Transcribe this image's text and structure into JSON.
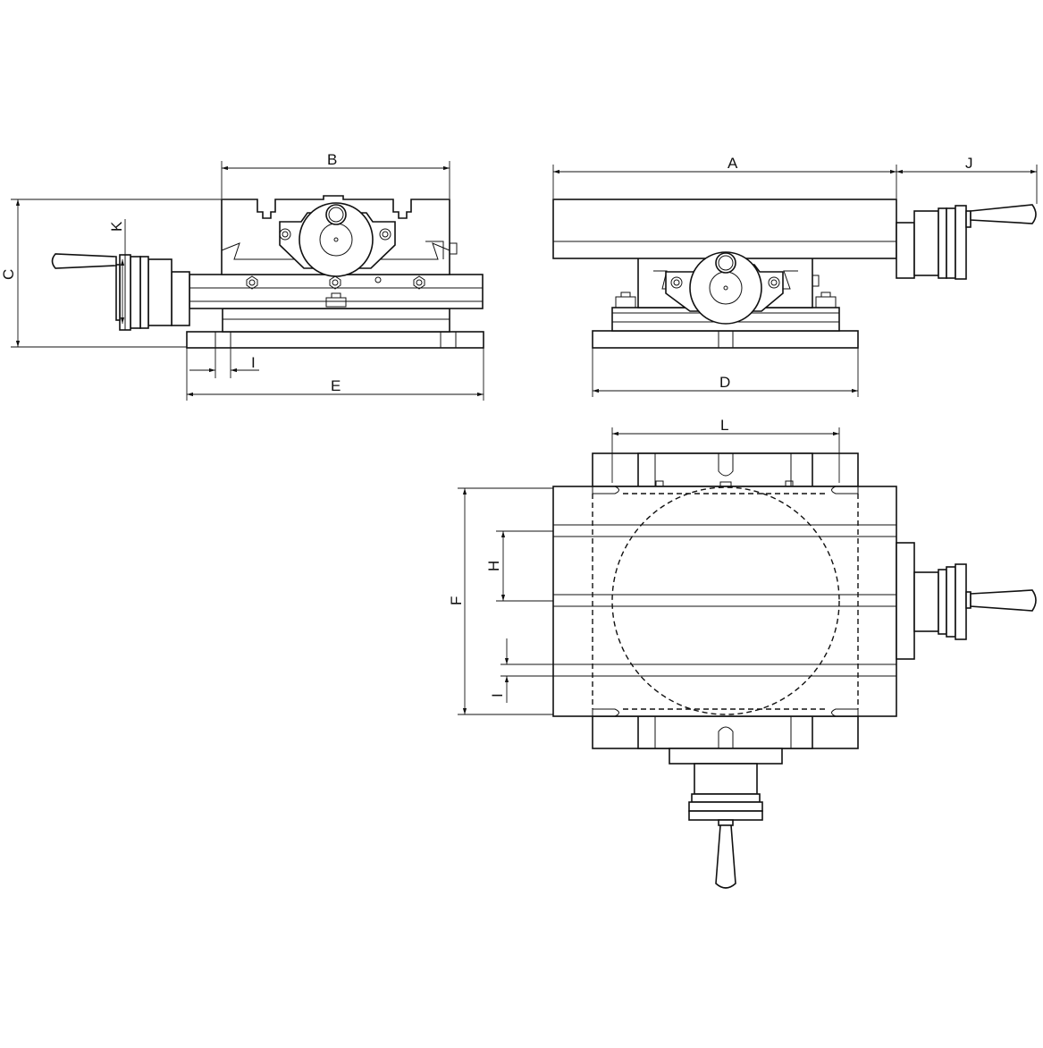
{
  "dimensions": {
    "A": "A",
    "B": "B",
    "C": "C",
    "D": "D",
    "E": "E",
    "F": "F",
    "H": "H",
    "I": "I",
    "J": "J",
    "K": "K",
    "L": "L"
  },
  "views": [
    "front-view",
    "side-view",
    "top-view"
  ]
}
